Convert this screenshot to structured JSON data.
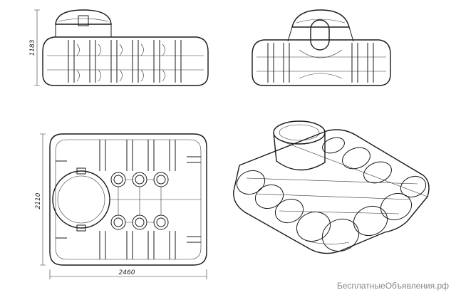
{
  "dimensions": {
    "height": "1183",
    "width": "2460",
    "depth": "2110"
  },
  "watermark": "БесплатныеОбъявления.рф"
}
